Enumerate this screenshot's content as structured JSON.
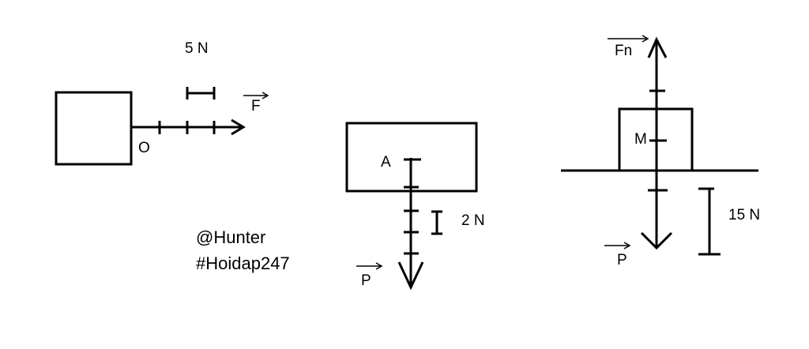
{
  "stroke_color": "#000000",
  "background": "#ffffff",
  "diagram_1": {
    "scale_label": "5 N",
    "point_label": "O",
    "force_label": "F"
  },
  "diagram_2": {
    "body_label": "A",
    "scale_label": "2 N",
    "force_label": "P"
  },
  "diagram_3": {
    "body_label": "M",
    "upward_force_label": "Fn",
    "downward_force_label": "P",
    "scale_label": "15 N"
  },
  "credits": {
    "author": "@Hunter",
    "tag": "#Hoidap247"
  }
}
